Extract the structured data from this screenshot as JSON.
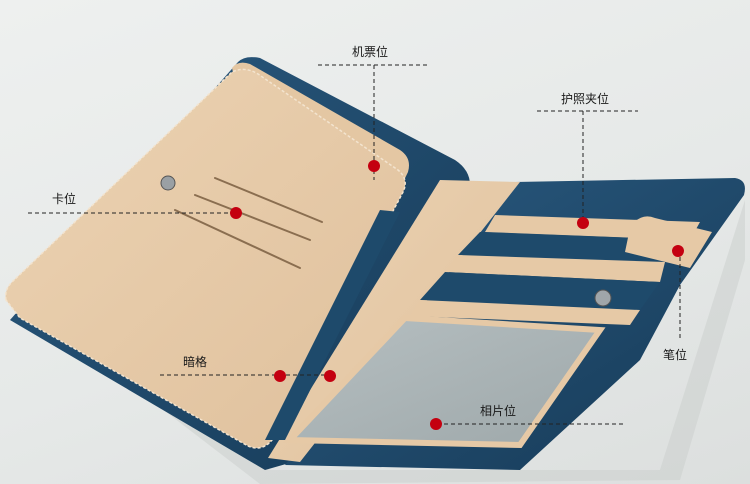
{
  "image": {
    "subject": "open leather travel wallet / passport holder with feature callouts",
    "colors": {
      "background": "#e8eae9",
      "leather_beige": "#e6c9a6",
      "leather_navy": "#1e4a6b",
      "window_gray": "#aab4b6",
      "marker_red": "#c40010",
      "callout_line": "#222222"
    }
  },
  "callouts": [
    {
      "id": "ticket",
      "label": "机票位"
    },
    {
      "id": "passport",
      "label": "护照夹位"
    },
    {
      "id": "card",
      "label": "卡位"
    },
    {
      "id": "hidden",
      "label": "暗格"
    },
    {
      "id": "pen",
      "label": "笔位"
    },
    {
      "id": "photo",
      "label": "相片位"
    }
  ]
}
